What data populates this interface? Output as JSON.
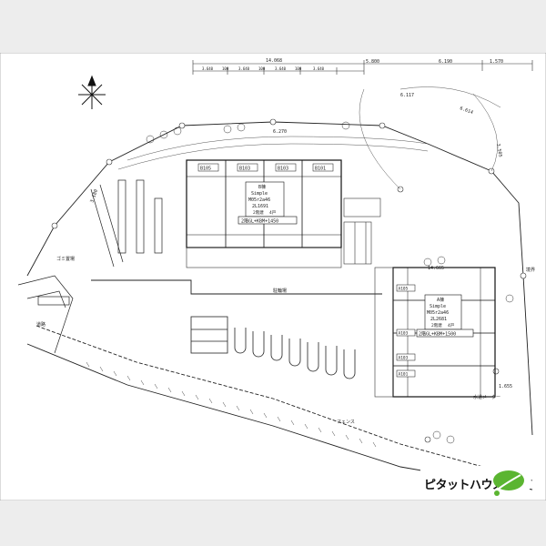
{
  "plan": {
    "top_dims": [
      "14.068",
      "3.640",
      "100",
      "3.640",
      "100",
      "3.640",
      "100",
      "3.640",
      "5.800",
      "6.190",
      "1.570"
    ],
    "bldg_a": {
      "title": "B棟",
      "name": "Simple",
      "model": "M05r2a46",
      "code": "2L1691",
      "floors": "2階建",
      "units": "4戸",
      "rooms": [
        "B105",
        "B103",
        "B103",
        "B101"
      ],
      "datum": "2階GL+KBM+1450"
    },
    "bldg_b": {
      "title": "A棟",
      "name": "Simple",
      "model": "M05r2a46",
      "code": "2L2681",
      "floors": "2階建",
      "units": "4戸",
      "rooms": [
        "A105",
        "A103",
        "A103",
        "A101"
      ],
      "datum": "2階GL+KBM+1500"
    },
    "labels": {
      "garbage": "ゴミ置場",
      "parking": "駐輪場",
      "road": "道路",
      "fence": "フェンス",
      "water": "水道メーター",
      "boundary": "境界",
      "side_dim_a": "3.180",
      "side_dim_b": "6.117",
      "side_dim_c": "6.614",
      "side_dim_d": "3.505",
      "side_dim_e": "6.270",
      "side_dim_f": "1.655",
      "side_dim_g": "14.665"
    }
  },
  "logo": {
    "text": "ピタットハウス",
    "brand_color": "#5bb531"
  }
}
